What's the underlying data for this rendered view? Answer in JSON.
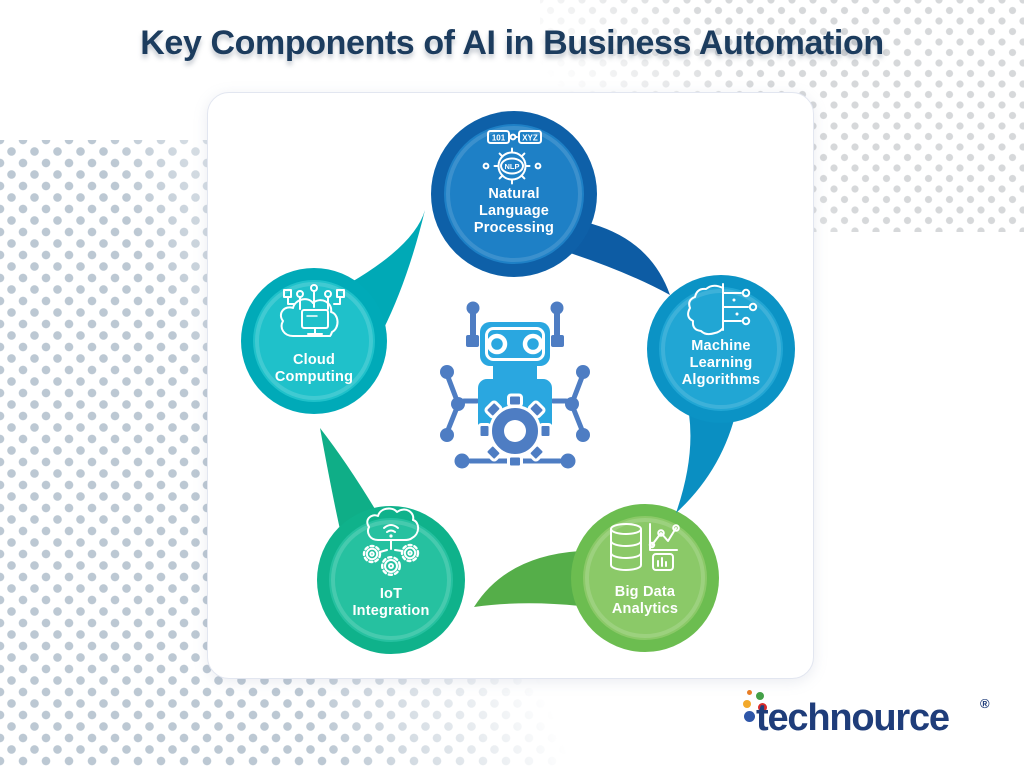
{
  "title": "Key Components of AI in Business Automation",
  "brand": {
    "name": "technource",
    "registered_mark": "®"
  },
  "components": [
    {
      "id": "natural-language-processing",
      "label": "Natural Language Processing",
      "lines": [
        "Natural",
        "Language",
        "Processing"
      ],
      "icon": "nlp-gear-tags-icon",
      "icon_labels": [
        "101",
        "XYZ",
        "NLP"
      ],
      "ring_color": "#0e60a8",
      "fill_color": "#1e80c6",
      "arm_color": "#0d5ca4"
    },
    {
      "id": "machine-learning-algorithms",
      "label": "Machine Learning Algorithms",
      "lines": [
        "Machine",
        "Learning",
        "Algorithms"
      ],
      "icon": "brain-circuit-icon",
      "ring_color": "#0b93c5",
      "fill_color": "#21a6d4",
      "arm_color": "#0a8fc2"
    },
    {
      "id": "big-data-analytics",
      "label": "Big Data Analytics",
      "lines": [
        "Big Data",
        "Analytics"
      ],
      "icon": "database-chart-icon",
      "ring_color": "#6cbd50",
      "fill_color": "#8bc968",
      "arm_color": "#55ae49"
    },
    {
      "id": "iot-integration",
      "label": "IoT Integration",
      "lines": [
        "IoT",
        "Integration"
      ],
      "icon": "cloud-gears-icon",
      "ring_color": "#0fb28b",
      "fill_color": "#26c1a0",
      "arm_color": "#0fae87"
    },
    {
      "id": "cloud-computing",
      "label": "Cloud Computing",
      "lines": [
        "Cloud",
        "Computing"
      ],
      "icon": "cloud-monitor-network-icon",
      "ring_color": "#00aab8",
      "fill_color": "#1fc1ca",
      "arm_color": "#00a9b6"
    }
  ],
  "center": {
    "icon": "ai-robot-gear-icon"
  },
  "colors": {
    "title_text": "#1c3c5e",
    "robot_body": "#2aa7e0",
    "robot_accent": "#4e7dc3",
    "logo_text": "#1f3d7a",
    "logo_dots": [
      "#e87d25",
      "#43a047",
      "#f2a92b",
      "#da2c2c",
      "#2e56a8"
    ],
    "dots_gray": "#d6d8da",
    "dots_blue": "#bcc8d3",
    "card_bg": "#ffffff"
  }
}
